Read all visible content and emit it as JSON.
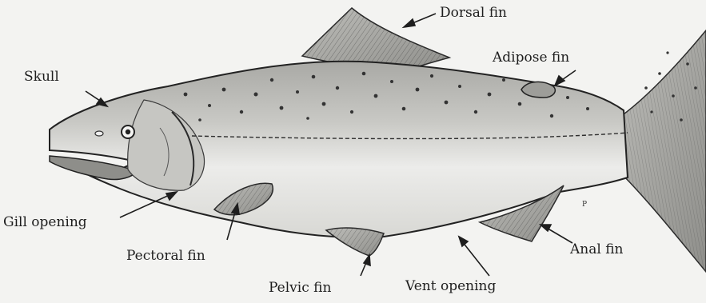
{
  "diagram": {
    "labels": {
      "dorsal_fin": "Dorsal fin",
      "adipose_fin": "Adipose fin",
      "skull": "Skull",
      "gill_opening": "Gill opening",
      "pectoral_fin": "Pectoral fin",
      "anal_fin": "Anal fin",
      "pelvic_fin": "Pelvic fin",
      "vent_opening": "Vent opening"
    },
    "colors": {
      "ink": "#1e1e1e",
      "body_fill": "#e4e4e1",
      "back_shade": "#b9b9b5",
      "background": "#f3f3f1"
    }
  }
}
